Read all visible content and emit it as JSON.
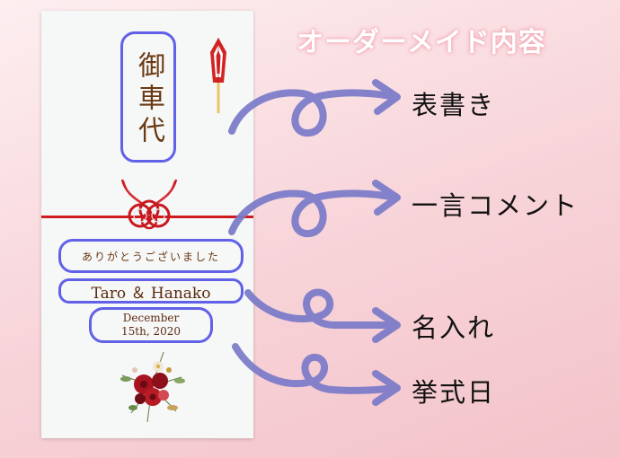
{
  "heading": "オーダーメイド内容",
  "envelope": {
    "title": "御車代",
    "message": "ありがとうございました",
    "names": "Taro ＆ Hanako",
    "date_line1": "December",
    "date_line2": "15th, 2020"
  },
  "labels": {
    "omote": "表書き",
    "comment": "一言コメント",
    "name": "名入れ",
    "date": "挙式日"
  },
  "colors": {
    "frame": "#6161e8",
    "arrow": "#7a7ac9",
    "cord": "#d01a20",
    "ink": "#6b3a13",
    "heading_glow": "#f4a9b4"
  },
  "icons": [
    "noshi-ornament-icon",
    "mizuhiki-knot-icon",
    "flower-bouquet-icon"
  ]
}
